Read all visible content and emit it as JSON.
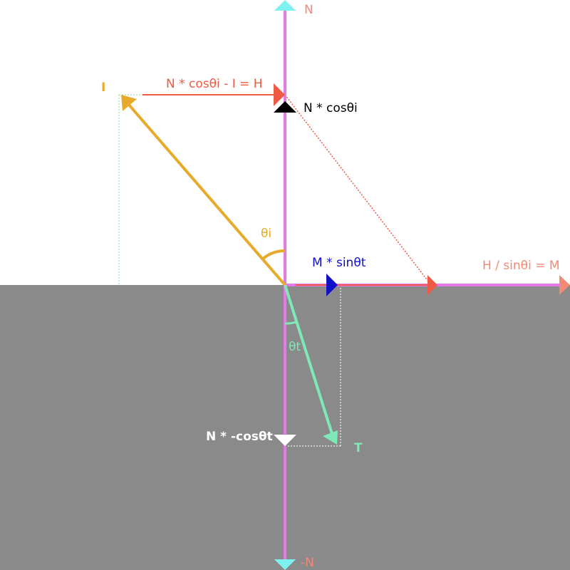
{
  "colors": {
    "background_top": "#ffffff",
    "background_bottom": "#8a8a8a",
    "normal_axis": "#e378e8",
    "incident": "#e8aa2a",
    "transmitted": "#7ee8b7",
    "h_vector": "#ef5a44",
    "m_vector": "#f28a78",
    "m_sin": "#1010c8",
    "n_cos": "#000000",
    "n_neg_cos": "#ffffff",
    "arrow_cyan": "#7ff0f0",
    "guide_green": "#90e090"
  },
  "labels": {
    "n_top": "N",
    "n_bottom": "-N",
    "incident": "I",
    "transmitted": "T",
    "h_equation": "N * cosθi - I = H",
    "n_cos": "N * cosθi",
    "theta_i": "θi",
    "theta_t": "θt",
    "m_sin": "M * sinθt",
    "m_equation": "H / sinθi = M",
    "n_neg_cos": "N * -cosθt"
  }
}
